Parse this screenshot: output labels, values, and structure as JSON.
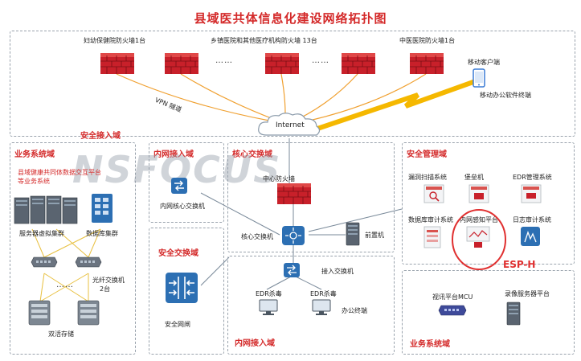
{
  "title": "县域医共体信息化建设网络拓扑图",
  "top": {
    "fw_left_label": "妇幼保健院防火墙1台",
    "fw_mid_label": "乡镇医院和其他医疗机构防火墙    13台",
    "fw_right_label": "中医医院防火墙1台",
    "mobile_client": "移动客户端",
    "mobile_terminal": "移动办公软件终端",
    "vpn": "VPN 隧道",
    "internet": "Internet",
    "ellipsis": "……"
  },
  "zones": {
    "access_security": "安全接入域",
    "business_left": "业务系统域",
    "intranet_access_top": "内网接入域",
    "core_exchange": "核心交换域",
    "security_mgmt": "安全管理域",
    "security_exchange": "安全交换域",
    "intranet_access_bottom": "内网接入域",
    "business_right": "业务系统域"
  },
  "business_left": {
    "platform_line1": "县域健康共同体数据交互平台",
    "platform_line2": "等业务系统",
    "server_cluster": "服务器虚拟集群",
    "db_cluster": "数据库集群",
    "fiber_switch": "光纤交换机",
    "fiber_switch_count": "2台",
    "dual_storage": "双活存储",
    "ellipsis": "……"
  },
  "intranet_top": {
    "switch_label": "内网核心交换机"
  },
  "core": {
    "firewall": "中心防火墙",
    "core_switch": "核心交换机",
    "front_server": "前置机"
  },
  "security_mgmt": {
    "vuln_scan": "漏洞扫描系统",
    "bastion": "堡垒机",
    "edr_mgmt": "EDR管理系统",
    "db_audit": "数据库审计系统",
    "intranet_sense": "内网感知平台",
    "log_audit": "日志审计系统",
    "esp": "ESP-H"
  },
  "security_exchange": {
    "gate": "安全网闸"
  },
  "intranet_bottom": {
    "access_switch": "接入交换机",
    "edr_a": "EDR杀毒",
    "edr_b": "EDR杀毒",
    "office_terminal": "办公终端"
  },
  "business_right": {
    "mcu": "视讯平台MCU",
    "recorder": "录像服务器平台"
  },
  "watermark": "NSFOCUS",
  "colors": {
    "title_red": "#d42a2a",
    "firewall_red": "#c8202a",
    "switch_blue": "#2c6fb3",
    "link_orange": "#f0a030",
    "highlight_red": "#e03030"
  }
}
